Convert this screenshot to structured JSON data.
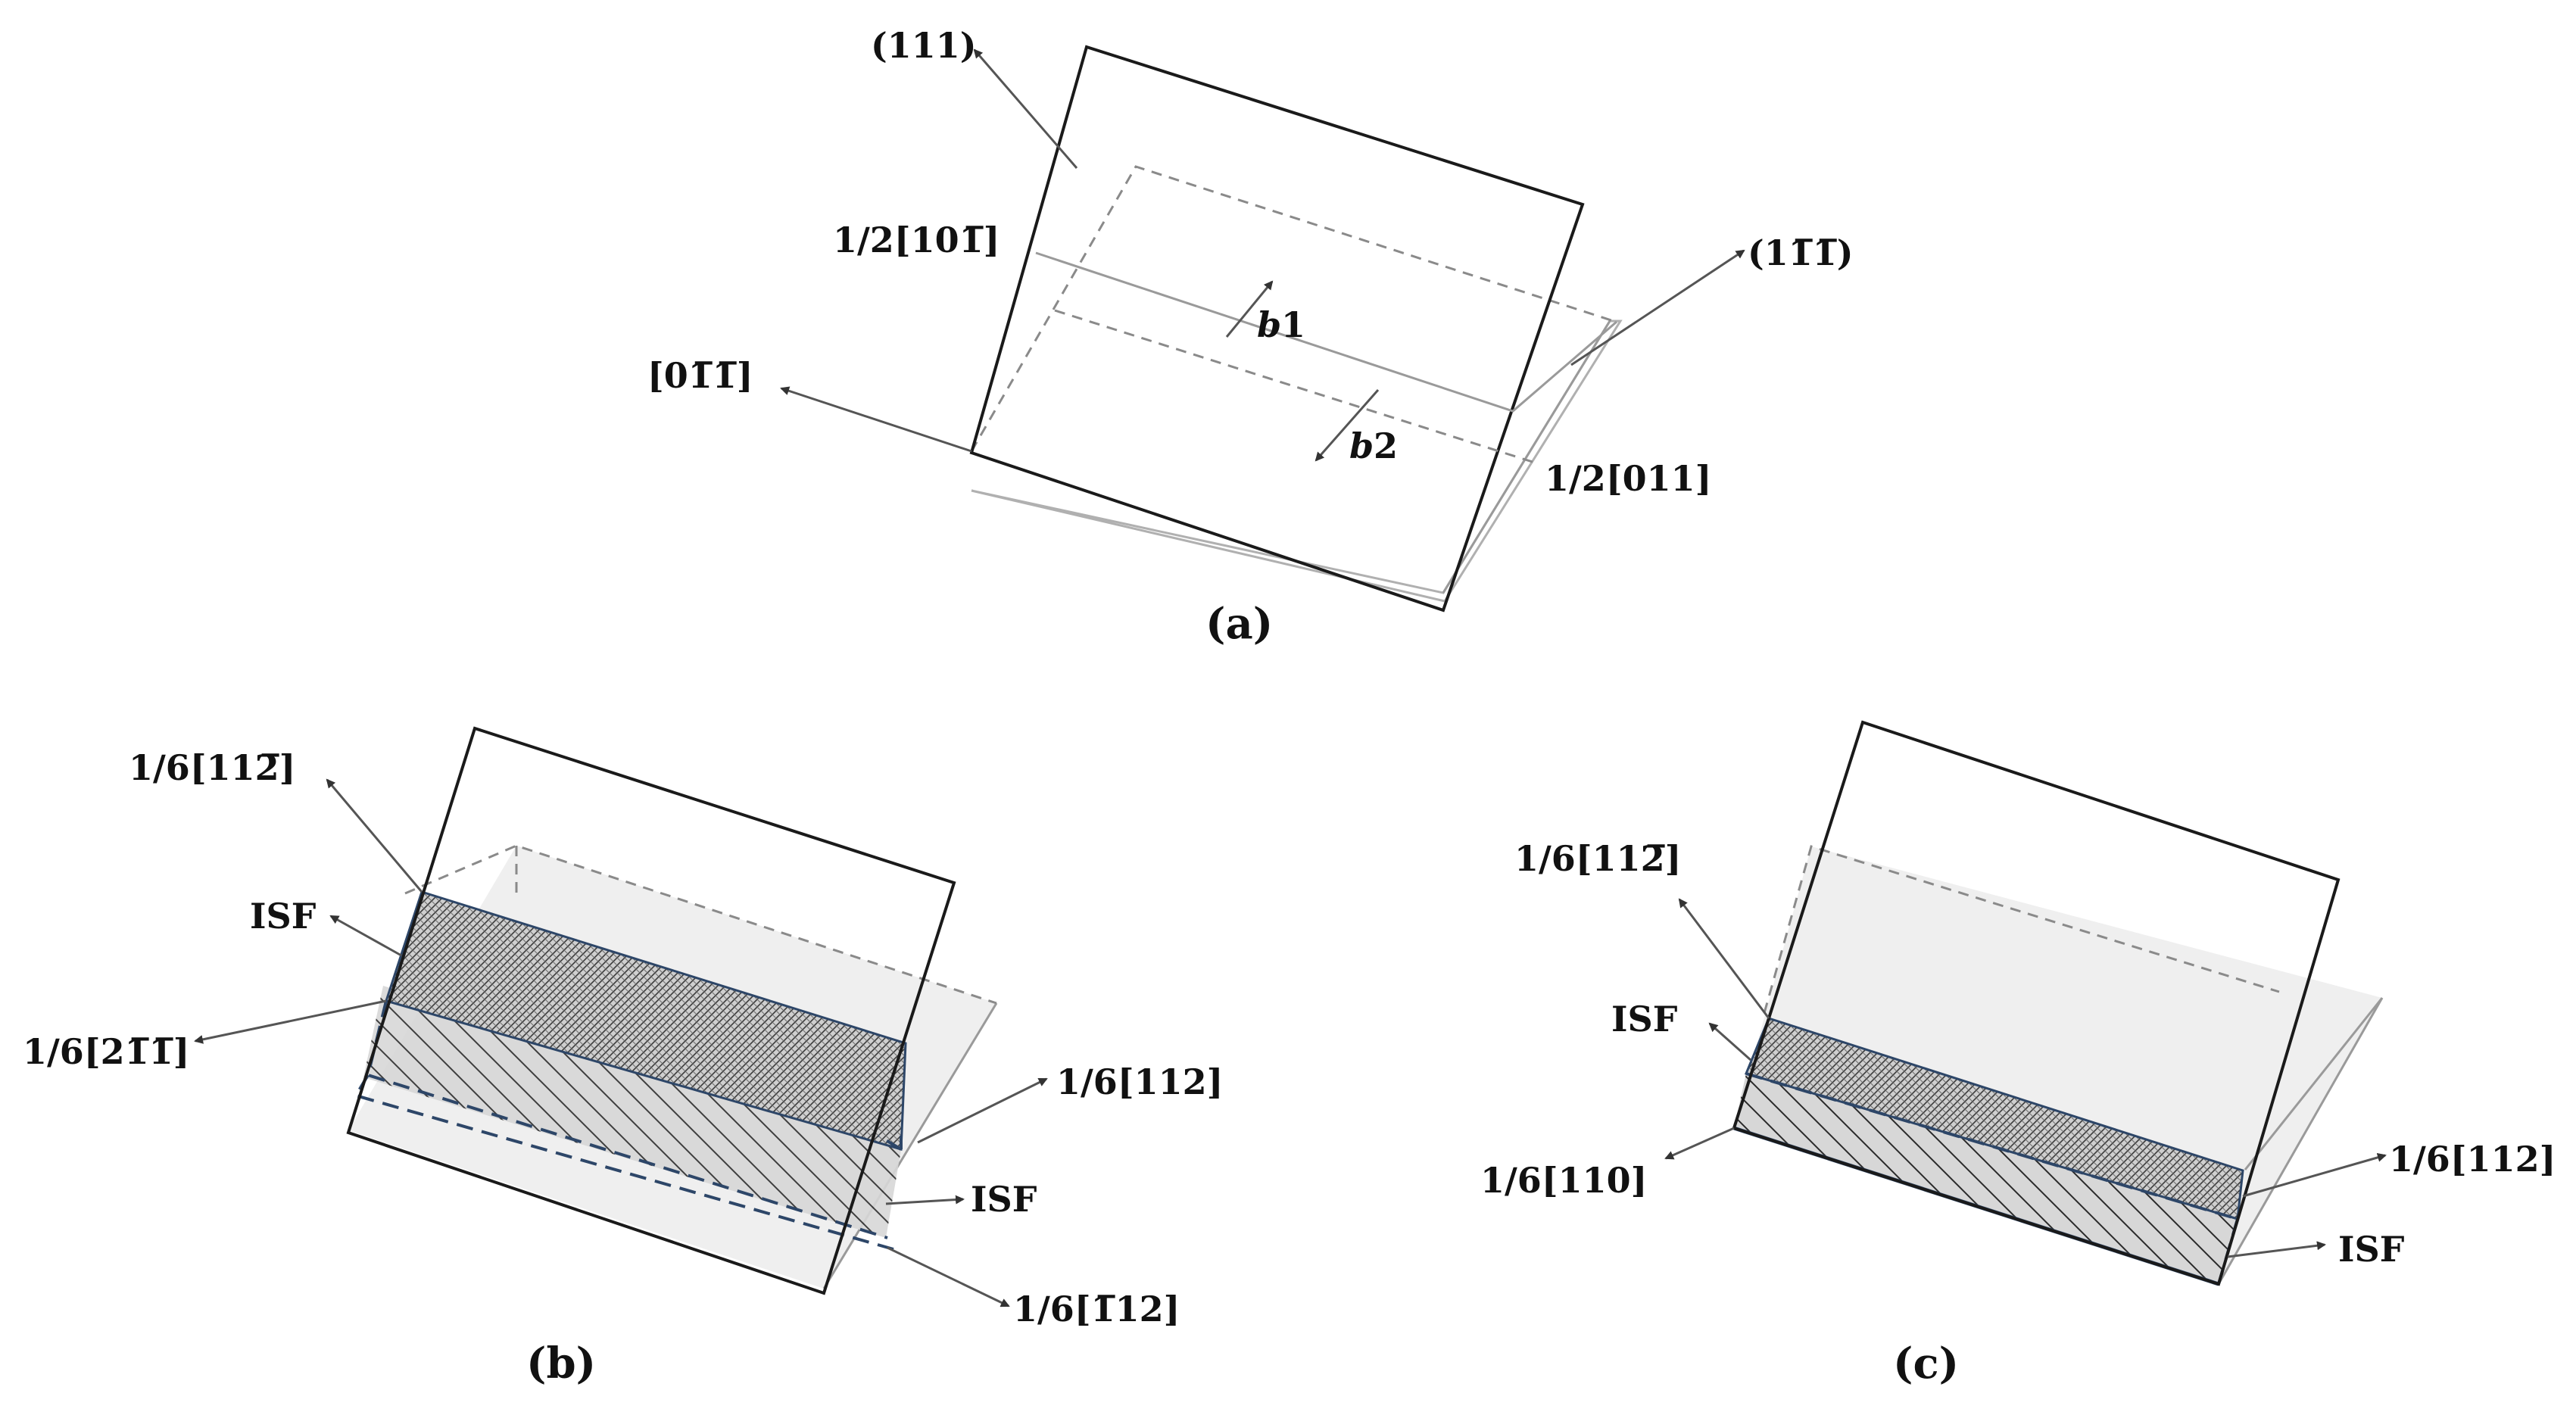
{
  "colors": {
    "frame": "#1a1a1a",
    "hidden_plane": "#efefef",
    "dashed_blue": "#2d4668",
    "leader": "#808080"
  },
  "panel_a": {
    "caption": "(a)",
    "plane_111": "(111)",
    "plane_1bb": "(11̅1̅)",
    "dir_101": "1/2[101̅]",
    "dir_011": "1/2[011]",
    "dir_0bb1": "[01̅1̅]",
    "b1_italic": "b",
    "b1_index": "1",
    "b2_italic": "b",
    "b2_index": "2"
  },
  "panel_b": {
    "caption": "(b)",
    "dir_112bar": "1/6[112̅]",
    "isf_upper": "ISF",
    "dir_2bb": "1/6[21̅1̅]",
    "dir_112": "1/6[112]",
    "isf_lower": "ISF",
    "dir_b112": "1/6[1̅12]"
  },
  "panel_c": {
    "caption": "(c)",
    "dir_112bar": "1/6[112̅]",
    "isf_upper": "ISF",
    "dir_110": "1/6[110]",
    "dir_112": "1/6[112]",
    "isf_lower": "ISF"
  }
}
